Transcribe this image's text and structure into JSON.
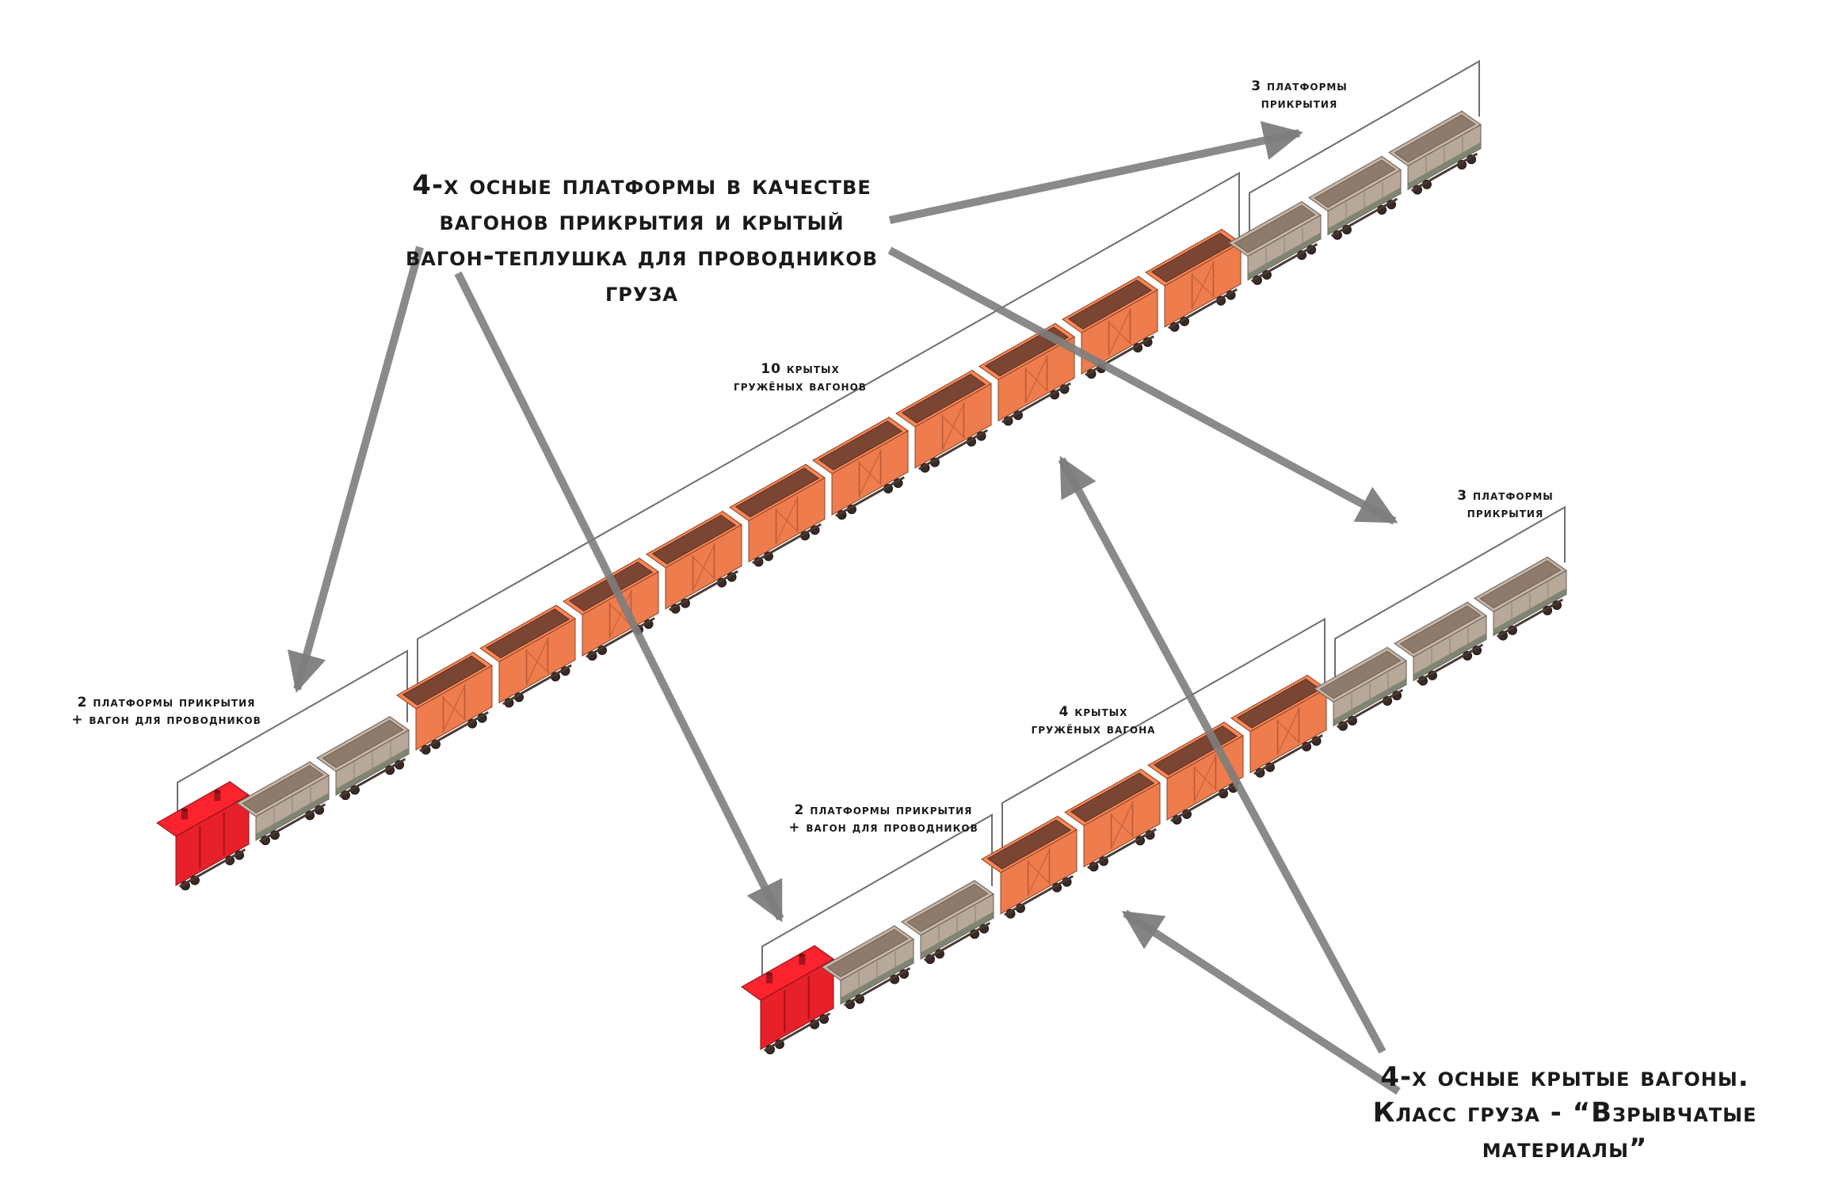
{
  "labels": {
    "cover_explanation": [
      "4-х осные платформы в качестве",
      "вагонов прикрытия и крытый",
      "вагон-теплушка для проводников",
      "груза"
    ],
    "cargo_explanation": [
      "4-х осные крытые вагоны.",
      "Класс груза - “Взрывчатые",
      "материалы”"
    ],
    "train1_cover_front": [
      "3 платформы",
      "прикрытия"
    ],
    "train1_loaded": [
      "10 крытых",
      "гружёных вагонов"
    ],
    "train1_cover_rear": [
      "2 платформы прикрытия",
      "+ вагон для проводников"
    ],
    "train2_cover_front": [
      "3 платформы",
      "прикрытия"
    ],
    "train2_loaded": [
      "4 крытых",
      "гружёных вагона"
    ],
    "train2_cover_rear": [
      "2 платформы прикрытия",
      "+ вагон для проводников"
    ]
  },
  "trains": [
    {
      "id": "train-1",
      "composition": {
        "escort_wagon": 1,
        "rear_platforms": 2,
        "loaded_boxcars": 10,
        "front_platforms": 3
      }
    },
    {
      "id": "train-2",
      "composition": {
        "escort_wagon": 1,
        "rear_platforms": 2,
        "loaded_boxcars": 4,
        "front_platforms": 3
      }
    }
  ],
  "colors": {
    "boxcar": "#ef7c4d",
    "boxcar_roof": "#7a4533",
    "escort_wagon": "#e8202a",
    "platform": "#b8a89a",
    "arrow": "#7d7d7d",
    "bracket": "#6e6e6e"
  }
}
